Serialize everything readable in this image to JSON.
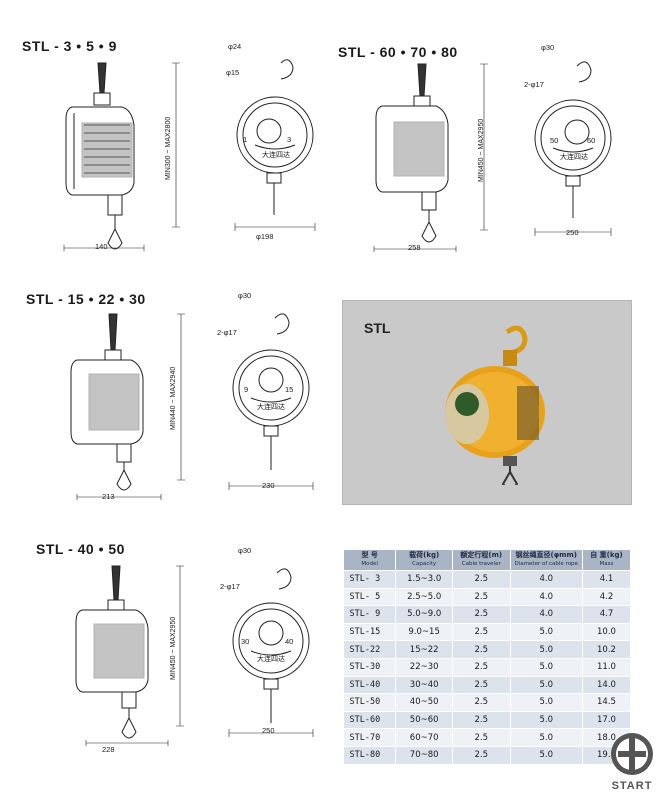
{
  "section1": {
    "title": "STL - 3 • 5 • 9",
    "width": "140",
    "range": "MIN300 ~ MAX2800",
    "top_dia": "φ24",
    "side_dia": "φ15",
    "body_dia": "φ198",
    "dial_a": "1",
    "dial_b": "3",
    "dial_brand": "大连四达"
  },
  "section2": {
    "title": "STL - 60 • 70 • 80",
    "width": "258",
    "range": "MIN450 ~ MAX2950",
    "top_dia": "φ30",
    "side_dia": "2-φ17",
    "body_dia": "250",
    "dial_a": "50",
    "dial_b": "60",
    "dial_brand": "大连四达"
  },
  "section3": {
    "title": "STL - 15 • 22 • 30",
    "width": "213",
    "range": "MIN440 ~ MAX2940",
    "top_dia": "φ30",
    "side_dia": "2-φ17",
    "body_dia": "230",
    "dial_a": "9",
    "dial_b": "15",
    "dial_brand": "大连四达"
  },
  "section4": {
    "title": "STL - 40 • 50",
    "width": "228",
    "range": "MIN450 ~ MAX2950",
    "top_dia": "φ30",
    "side_dia": "2-φ17",
    "body_dia": "250",
    "dial_a": "30",
    "dial_b": "40",
    "dial_brand": "大连四达"
  },
  "photo": {
    "label": "STL"
  },
  "table": {
    "headers": [
      {
        "zh": "型 号",
        "en": "Model"
      },
      {
        "zh": "载荷(kg)",
        "en": "Capacity"
      },
      {
        "zh": "额定行程(m)",
        "en": "Cable traveler"
      },
      {
        "zh": "钢丝绳直径(φmm)",
        "en": "Diameter of cable rope"
      },
      {
        "zh": "自 重(kg)",
        "en": "Mass"
      }
    ],
    "rows": [
      [
        "STL- 3",
        "1.5~3.0",
        "2.5",
        "4.0",
        "4.1"
      ],
      [
        "STL- 5",
        "2.5~5.0",
        "2.5",
        "4.0",
        "4.2"
      ],
      [
        "STL- 9",
        "5.0~9.0",
        "2.5",
        "4.0",
        "4.7"
      ],
      [
        "STL-15",
        "9.0~15",
        "2.5",
        "5.0",
        "10.0"
      ],
      [
        "STL-22",
        "15~22",
        "2.5",
        "5.0",
        "10.2"
      ],
      [
        "STL-30",
        "22~30",
        "2.5",
        "5.0",
        "11.0"
      ],
      [
        "STL-40",
        "30~40",
        "2.5",
        "5.0",
        "14.0"
      ],
      [
        "STL-50",
        "40~50",
        "2.5",
        "5.0",
        "14.5"
      ],
      [
        "STL-60",
        "50~60",
        "2.5",
        "5.0",
        "17.0"
      ],
      [
        "STL-70",
        "60~70",
        "2.5",
        "5.0",
        "18.0"
      ],
      [
        "STL-80",
        "70~80",
        "2.5",
        "5.0",
        "19.0"
      ]
    ]
  },
  "logo": {
    "text": "START"
  },
  "colors": {
    "panel": "#c9c9c9",
    "balancer_body": "#e8a21a",
    "table_header": "#a9b4c4",
    "table_row": "#dde3ec"
  }
}
